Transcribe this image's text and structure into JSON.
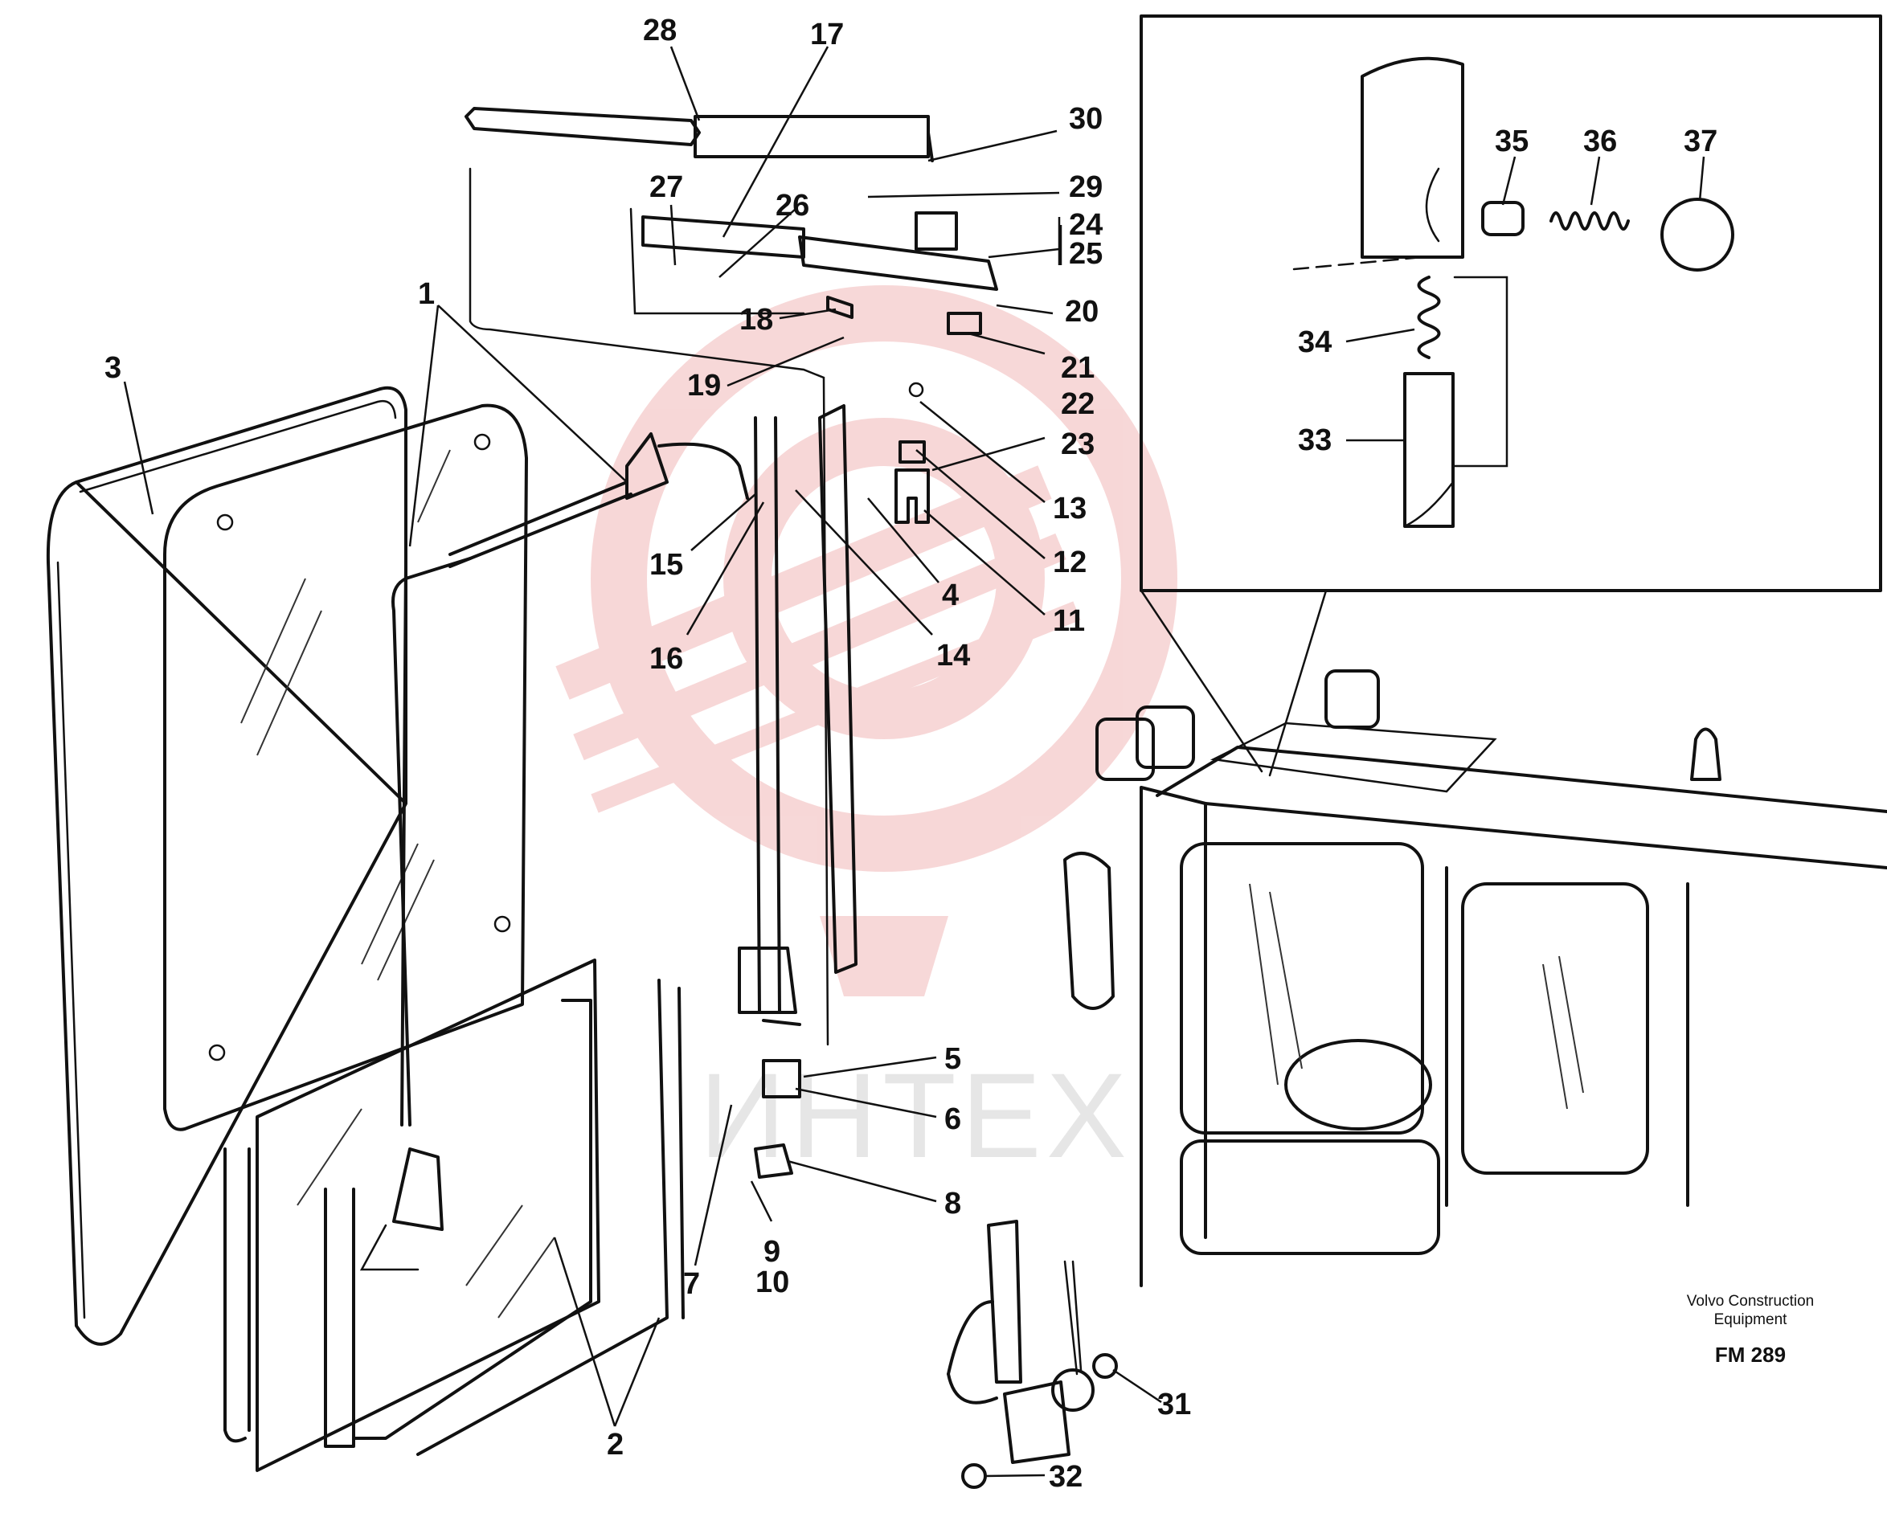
{
  "callouts": [
    {
      "text": "28"
    },
    {
      "text": "17"
    },
    {
      "text": "30"
    },
    {
      "text": "29"
    },
    {
      "text": "27"
    },
    {
      "text": "26"
    },
    {
      "text": "24"
    },
    {
      "text": "25"
    },
    {
      "text": "18"
    },
    {
      "text": "20"
    },
    {
      "text": "21"
    },
    {
      "text": "22"
    },
    {
      "text": "19"
    },
    {
      "text": "23"
    },
    {
      "text": "1"
    },
    {
      "text": "3"
    },
    {
      "text": "13"
    },
    {
      "text": "12"
    },
    {
      "text": "15"
    },
    {
      "text": "4"
    },
    {
      "text": "11"
    },
    {
      "text": "16"
    },
    {
      "text": "14"
    },
    {
      "text": "5"
    },
    {
      "text": "6"
    },
    {
      "text": "8"
    },
    {
      "text": "7"
    },
    {
      "text": "9"
    },
    {
      "text": "10"
    },
    {
      "text": "2"
    },
    {
      "text": "31"
    },
    {
      "text": "32"
    },
    {
      "text": "35"
    },
    {
      "text": "36"
    },
    {
      "text": "37"
    },
    {
      "text": "34"
    },
    {
      "text": "33"
    }
  ],
  "credit": {
    "line1": "Volvo Construction",
    "line2": "Equipment",
    "code": "FM 289"
  },
  "watermark": {
    "text": "ИНТЕХ",
    "color": "#f2c4c4"
  }
}
